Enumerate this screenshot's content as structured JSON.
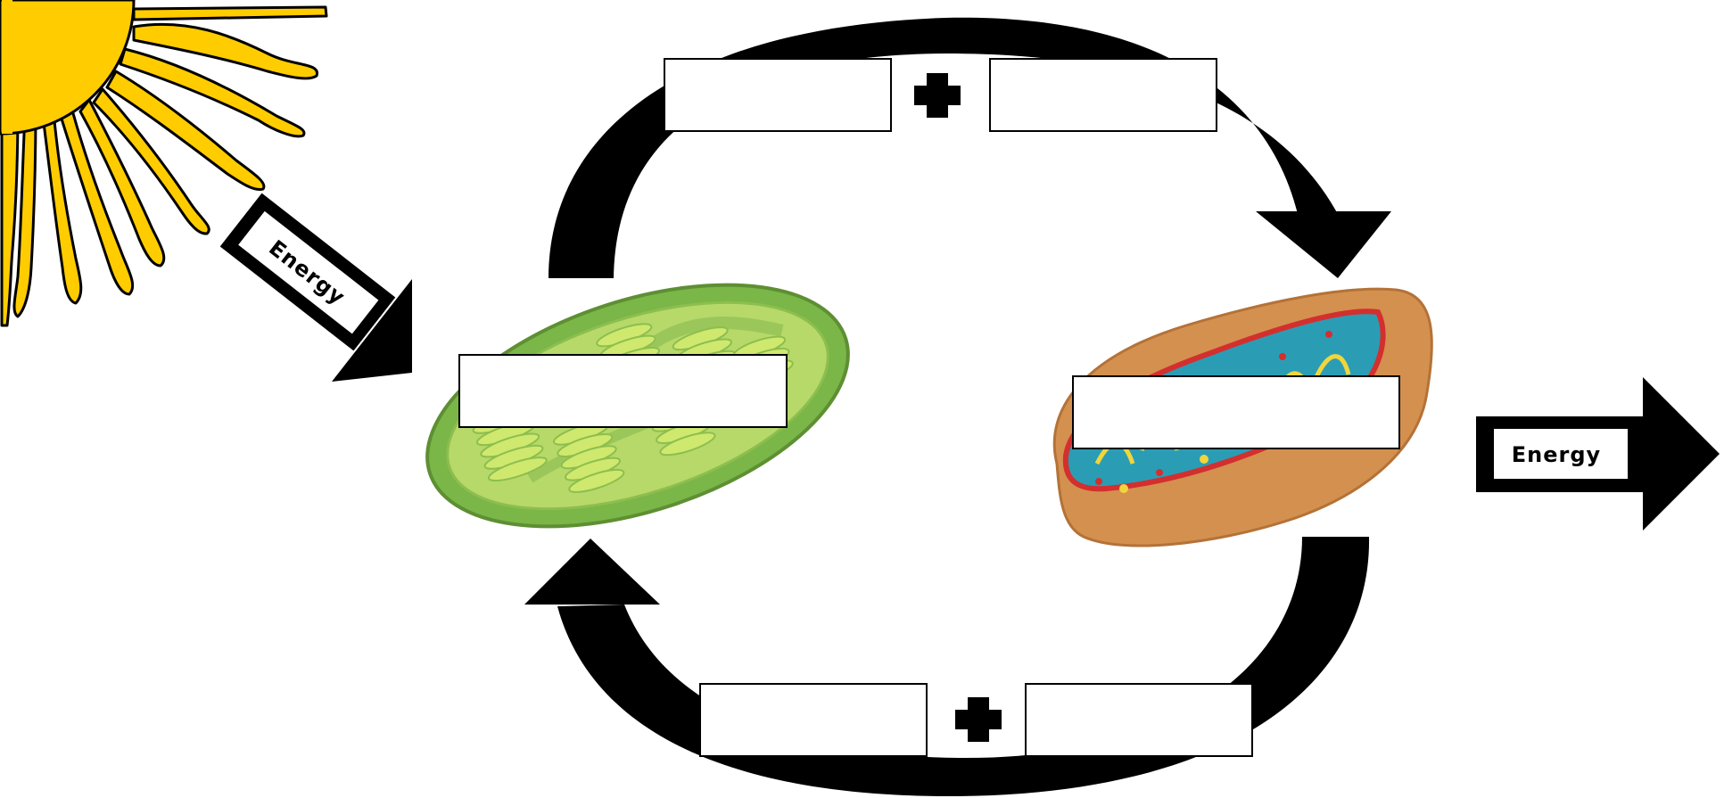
{
  "energy_in": {
    "label": "Energy"
  },
  "energy_out": {
    "label": "Energy"
  },
  "top_boxes": {
    "left": "",
    "plus": "plus-sign",
    "right": ""
  },
  "bottom_boxes": {
    "left": "",
    "plus": "plus-sign",
    "right": ""
  },
  "chloroplast_box": "",
  "mitochondrion_box": "",
  "colors": {
    "sun": "#FFCC00",
    "sun_outline": "#000000",
    "chloroplast_outer": "#7AB648",
    "chloroplast_inner": "#B6D96A",
    "thylakoid": "#CFE86E",
    "mitochondrion_outer": "#D4904E",
    "mitochondrion_matrix": "#2A9DB5",
    "mitochondrion_membrane": "#D32F2F",
    "mitochondrion_cristae": "#F2D53C",
    "arrow": "#000000"
  }
}
